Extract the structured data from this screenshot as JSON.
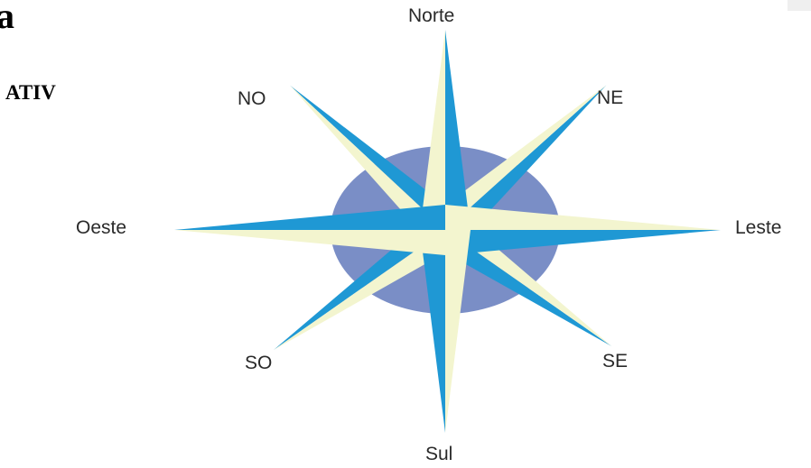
{
  "fragments": {
    "top_letter": "a",
    "side_heading": "ATIV"
  },
  "compass": {
    "directions": {
      "north": "Norte",
      "northeast": "NE",
      "east": "Leste",
      "southeast": "SE",
      "south": "Sul",
      "southwest": "SO",
      "west": "Oeste",
      "northwest": "NO"
    },
    "colors": {
      "disc": "#7a8ec6",
      "point_dark": "#1f98d4",
      "point_light": "#f3f5cf",
      "text": "#2a2a2a"
    }
  }
}
